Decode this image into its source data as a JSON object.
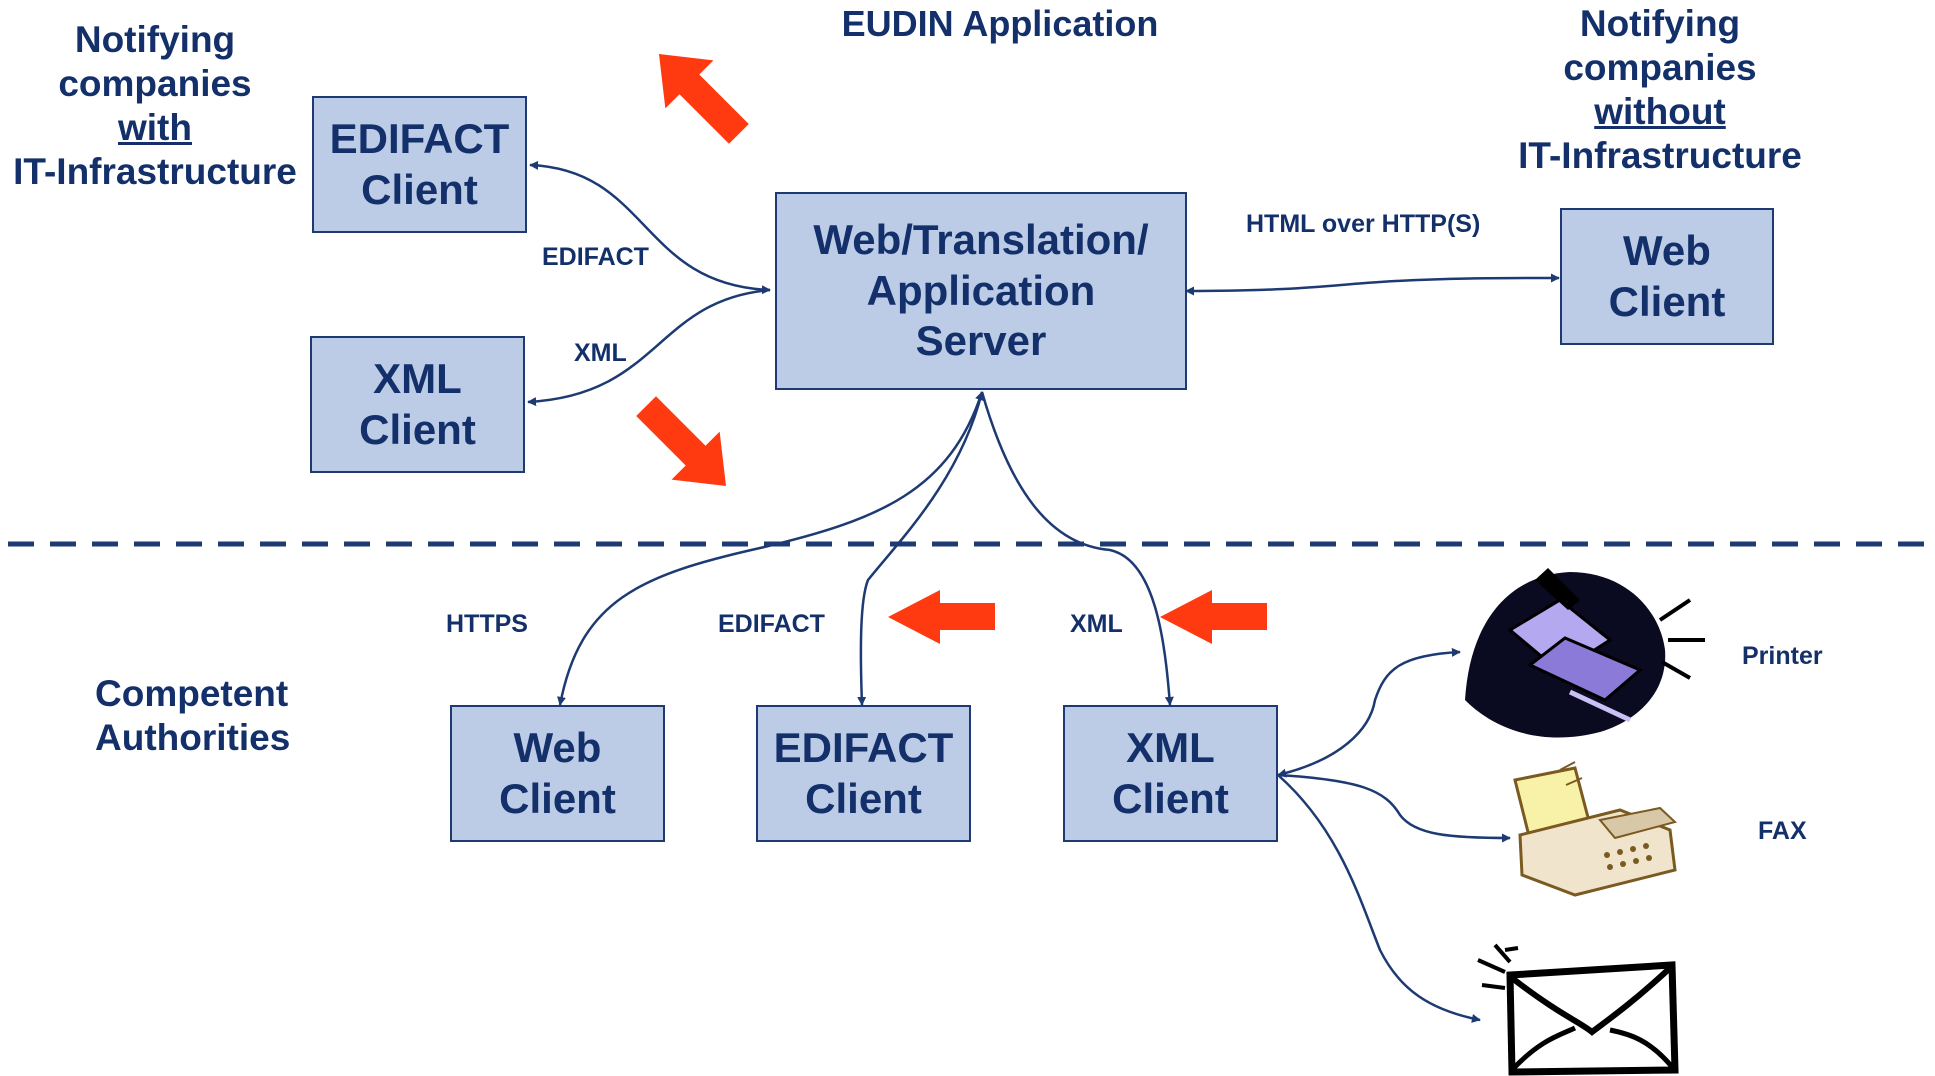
{
  "title": "EUDIN Application",
  "groups": {
    "left": {
      "line1": "Notifying",
      "line2": "companies",
      "line3": "with",
      "line4": "IT-Infrastructure"
    },
    "right": {
      "line1": "Notifying",
      "line2": "companies",
      "line3": "without",
      "line4": "IT-Infrastructure"
    },
    "authorities": {
      "line1": "Competent",
      "line2": "Authorities"
    }
  },
  "boxes": {
    "server": {
      "line1": "Web/Translation/",
      "line2": "Application",
      "line3": "Server"
    },
    "edifact_top": {
      "line1": "EDIFACT",
      "line2": "Client"
    },
    "xml_top": {
      "line1": "XML",
      "line2": "Client"
    },
    "web_right": {
      "line1": "Web",
      "line2": "Client"
    },
    "web_bottom": {
      "line1": "Web",
      "line2": "Client"
    },
    "edifact_bottom": {
      "line1": "EDIFACT",
      "line2": "Client"
    },
    "xml_bottom": {
      "line1": "XML",
      "line2": "Client"
    }
  },
  "connection_labels": {
    "edifact_top": "EDIFACT",
    "xml_top": "XML",
    "http": "HTML over HTTP(S)",
    "https": "HTTPS",
    "edifact_bottom": "EDIFACT",
    "xml_bottom": "XML"
  },
  "devices": {
    "printer": "Printer",
    "fax": "FAX"
  },
  "icons": [
    "printer-icon",
    "fax-icon",
    "envelope-icon"
  ],
  "colors": {
    "box_fill": "#bccce6",
    "box_border": "#1d3a73",
    "text": "#14306a",
    "connector": "#1d3a73",
    "highlight_arrow": "#ff3a10"
  }
}
